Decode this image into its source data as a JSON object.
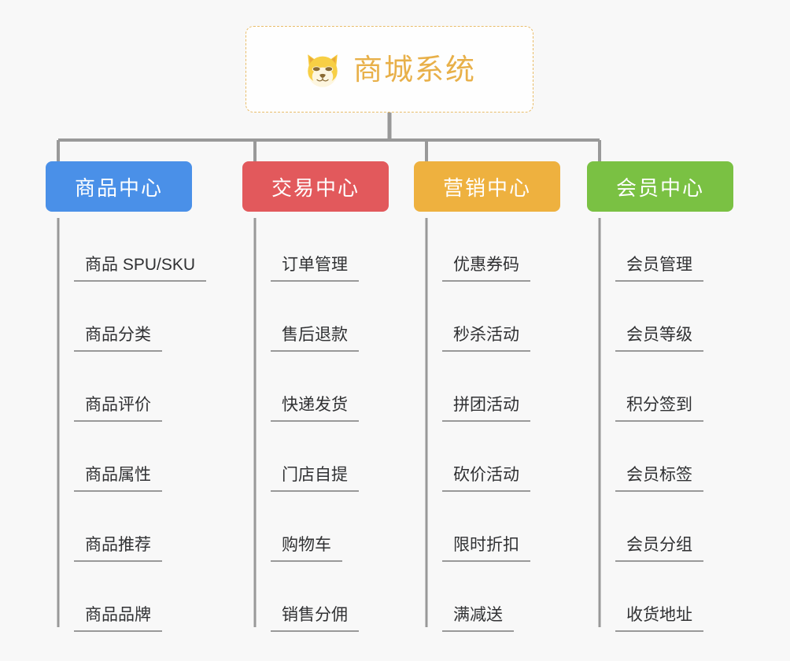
{
  "background_color": "#f8f8f8",
  "root": {
    "title": "商城系统",
    "icon": "shiba-dog-icon",
    "title_color": "#e8b049",
    "border_color": "#e9bd6a"
  },
  "line_color": "#999999",
  "columns": [
    {
      "header": "商品中心",
      "color": "#4a90e8",
      "items": [
        "商品 SPU/SKU",
        "商品分类",
        "商品评价",
        "商品属性",
        "商品推荐",
        "商品品牌"
      ]
    },
    {
      "header": "交易中心",
      "color": "#e2595c",
      "items": [
        "订单管理",
        "售后退款",
        "快递发货",
        "门店自提",
        "购物车",
        "销售分佣"
      ]
    },
    {
      "header": "营销中心",
      "color": "#eeb13f",
      "items": [
        "优惠券码",
        "秒杀活动",
        "拼团活动",
        "砍价活动",
        "限时折扣",
        "满减送"
      ]
    },
    {
      "header": "会员中心",
      "color": "#7ac143",
      "items": [
        "会员管理",
        "会员等级",
        "积分签到",
        "会员标签",
        "会员分组",
        "收货地址"
      ]
    }
  ]
}
